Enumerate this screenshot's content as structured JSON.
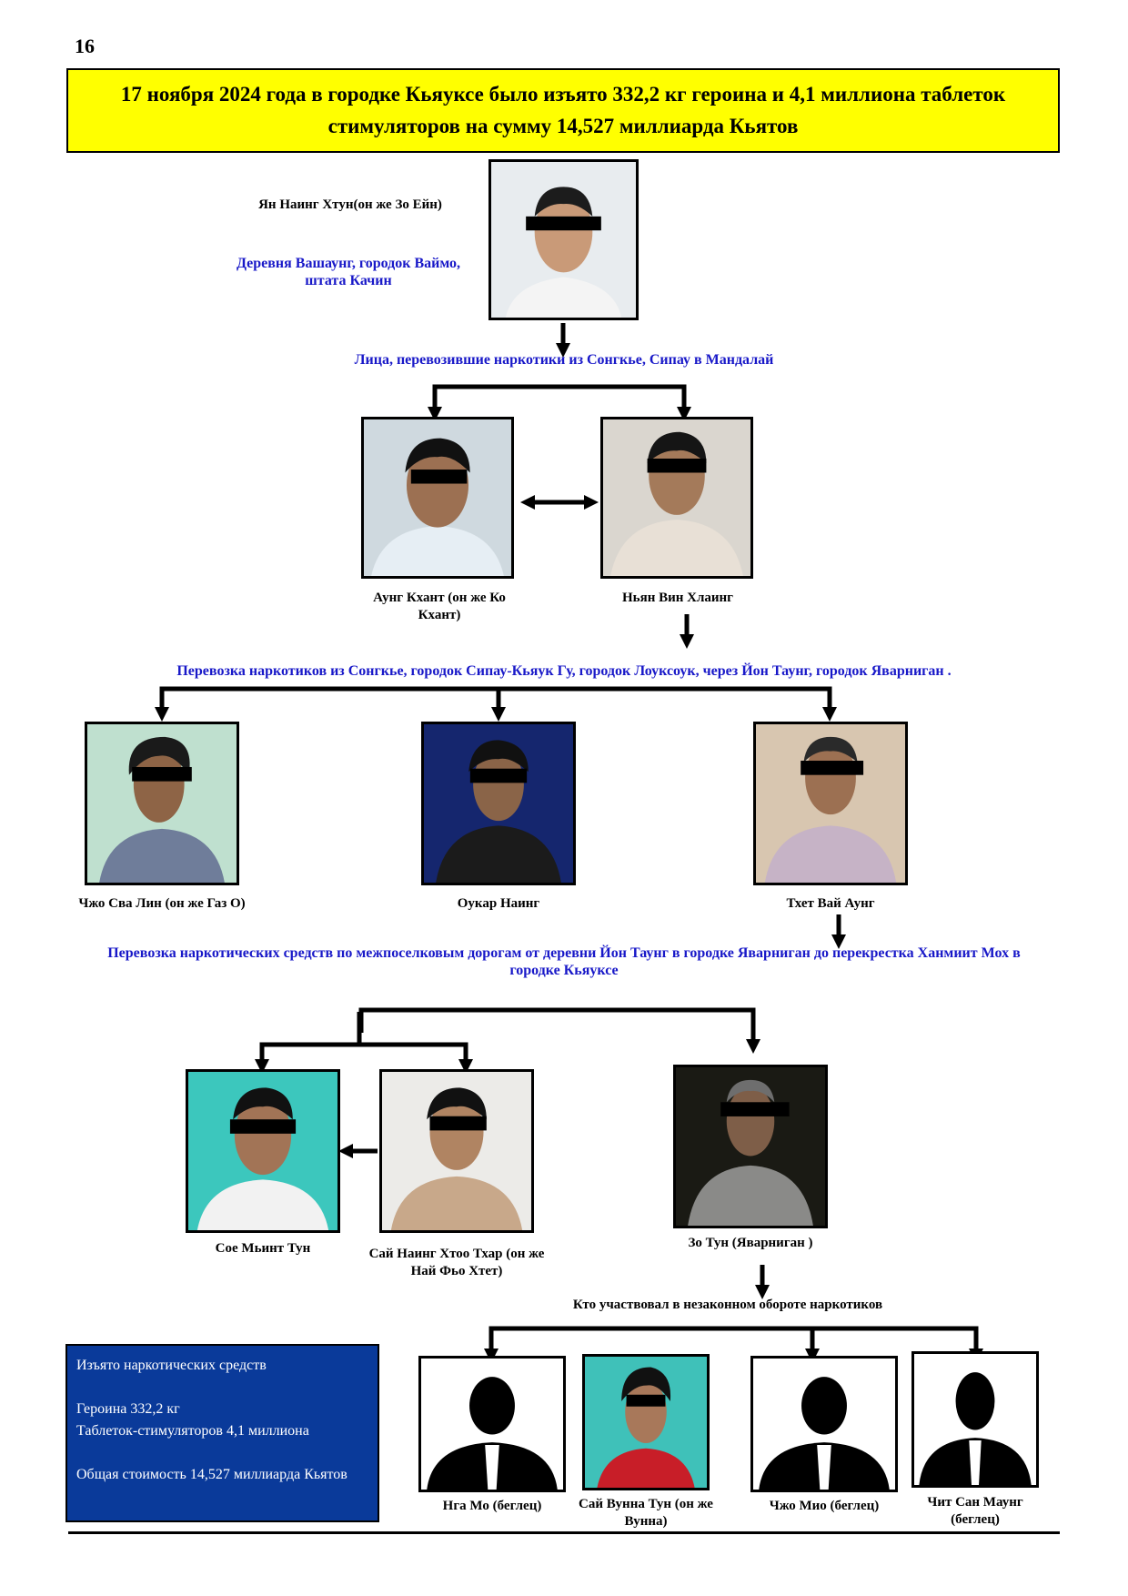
{
  "page_number": "16",
  "headline": "17 ноября 2024 года в городке Кьяуксе было изъято 332,2 кг героина и 4,1 миллиона таблеток стимуляторов на сумму 14,527 миллиарда Кьятов",
  "leader": {
    "name": "Ян Наинг Хтун(он же Зо Ейн)",
    "location": "Деревня Вашаунг, городок Ваймо, штата Качин"
  },
  "stage1_caption": "Лица, перевозившие наркотики из Сонгкье, Сипау в Мандалай",
  "stage1_people": [
    {
      "name": "Аунг Кхант (он же Ко Кхант)"
    },
    {
      "name": "Ньян Вин Хлаинг"
    }
  ],
  "stage2_caption": "Перевозка наркотиков из Сонгкье, городок Сипау-Кьяук Гу, городок Лоуксоук, через Йон Таунг, городок Яварниган .",
  "stage2_people": [
    {
      "name": "Чжо Сва Лин (он же Газ О)"
    },
    {
      "name": "Оукар Наинг"
    },
    {
      "name": "Тхет Вай Аунг"
    }
  ],
  "stage3_caption": "Перевозка наркотических средств по межпоселковым дорогам от деревни Йон Таунг в городке Яварниган до перекрестка Ханмиит Мох в городке Кьяуксе",
  "stage3_people": [
    {
      "name": "Сое Мьинт Тун"
    },
    {
      "name": "Сай Наинг Хтоо Тхар (он же Най Фьо Хтет)"
    },
    {
      "name": "Зо Тун (Яварниган )"
    }
  ],
  "stage4_caption": "Кто участвовал в незаконном обороте наркотиков",
  "stage4_people": [
    {
      "name": "Нга Мо (беглец)"
    },
    {
      "name": "Сай Вунна Тун (он же Вунна)"
    },
    {
      "name": "Чжо Мио (беглец)"
    },
    {
      "name": "Чит Сан Маунг (беглец)"
    }
  ],
  "seized": {
    "title": "Изъято наркотических средств",
    "heroin": "Героина 332,2 кг",
    "tablets": "Таблеток-стимуляторов 4,1 миллиона",
    "total": "Общая стоимость 14,527 миллиарда Кьятов"
  },
  "colors": {
    "banner": "#ffff00",
    "caption_text": "#1818c8",
    "info_box": "#0a3a9a"
  }
}
